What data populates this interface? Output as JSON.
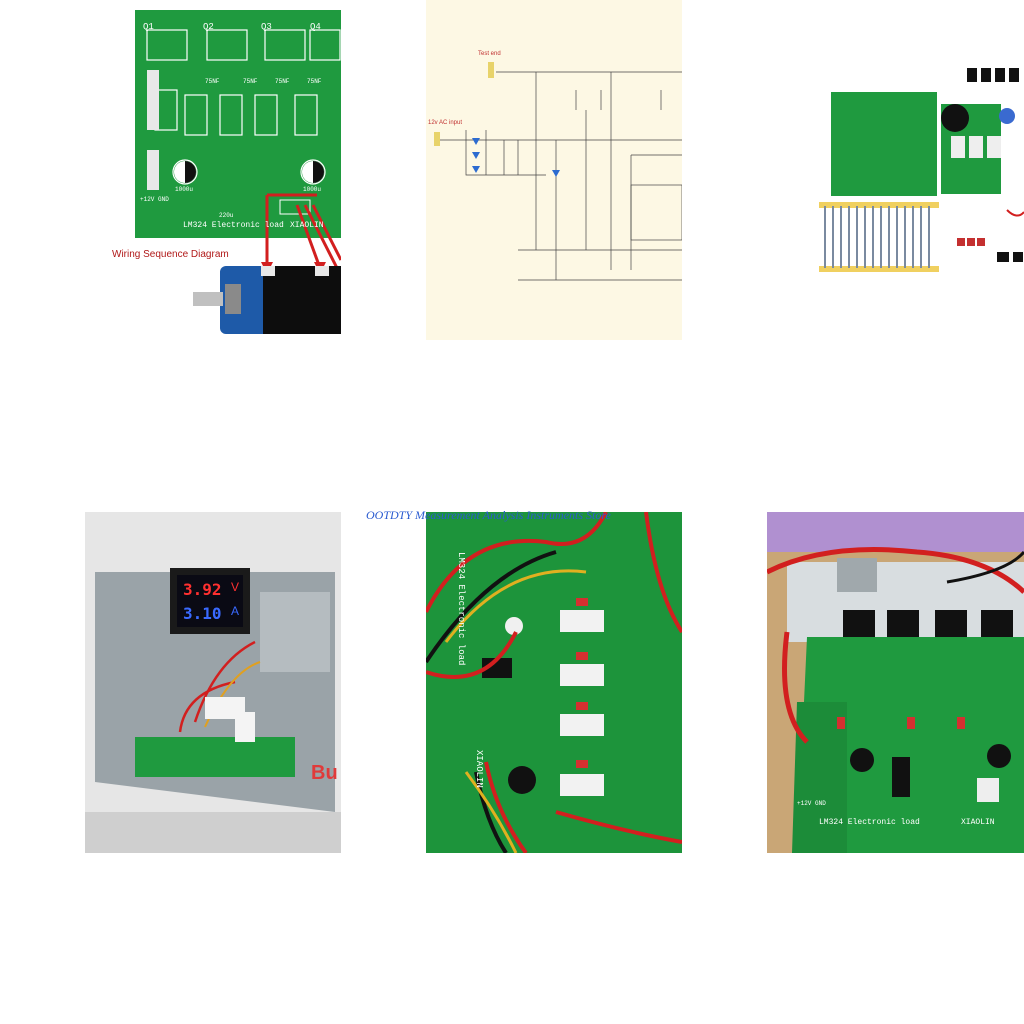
{
  "watermark": {
    "store_name": "OOTDTY Measurement Analysis Instruments Store"
  },
  "tiles": [
    {
      "id": "pcb-wiring",
      "silkscreen_title": "LM324 Electronic load",
      "silkscreen_brand": "XIAOLIN",
      "caption": "Wiring Sequence Diagram",
      "labels": [
        "Q1",
        "Q2",
        "Q3",
        "Q4",
        "+12V GND",
        "1000u",
        "220u",
        "1000u",
        "75NF",
        "75NF",
        "75NF",
        "75NF"
      ]
    },
    {
      "id": "schematic",
      "labels": [
        "Test end",
        "12v AC input"
      ]
    },
    {
      "id": "kit-parts"
    },
    {
      "id": "enclosure-meter",
      "meter_voltage": "3.92",
      "meter_voltage_unit": "V",
      "meter_current": "3.10",
      "meter_current_unit": "A",
      "overlay_text": "Bu"
    },
    {
      "id": "pcb-closeup",
      "silkscreen_title": "LM324 Electronic load",
      "silkscreen_brand": "XIAOLIN"
    },
    {
      "id": "pcb-assembled",
      "silkscreen_title": "LM324 Electronic load",
      "silkscreen_brand": "XIAOLIN",
      "silkscreen_power": "+12V GND"
    }
  ],
  "colors": {
    "pcb_green": "#1f9a3f",
    "wire_red": "#d21f1f",
    "caption_red": "#b01818",
    "store_blue": "#2a5bd0"
  }
}
